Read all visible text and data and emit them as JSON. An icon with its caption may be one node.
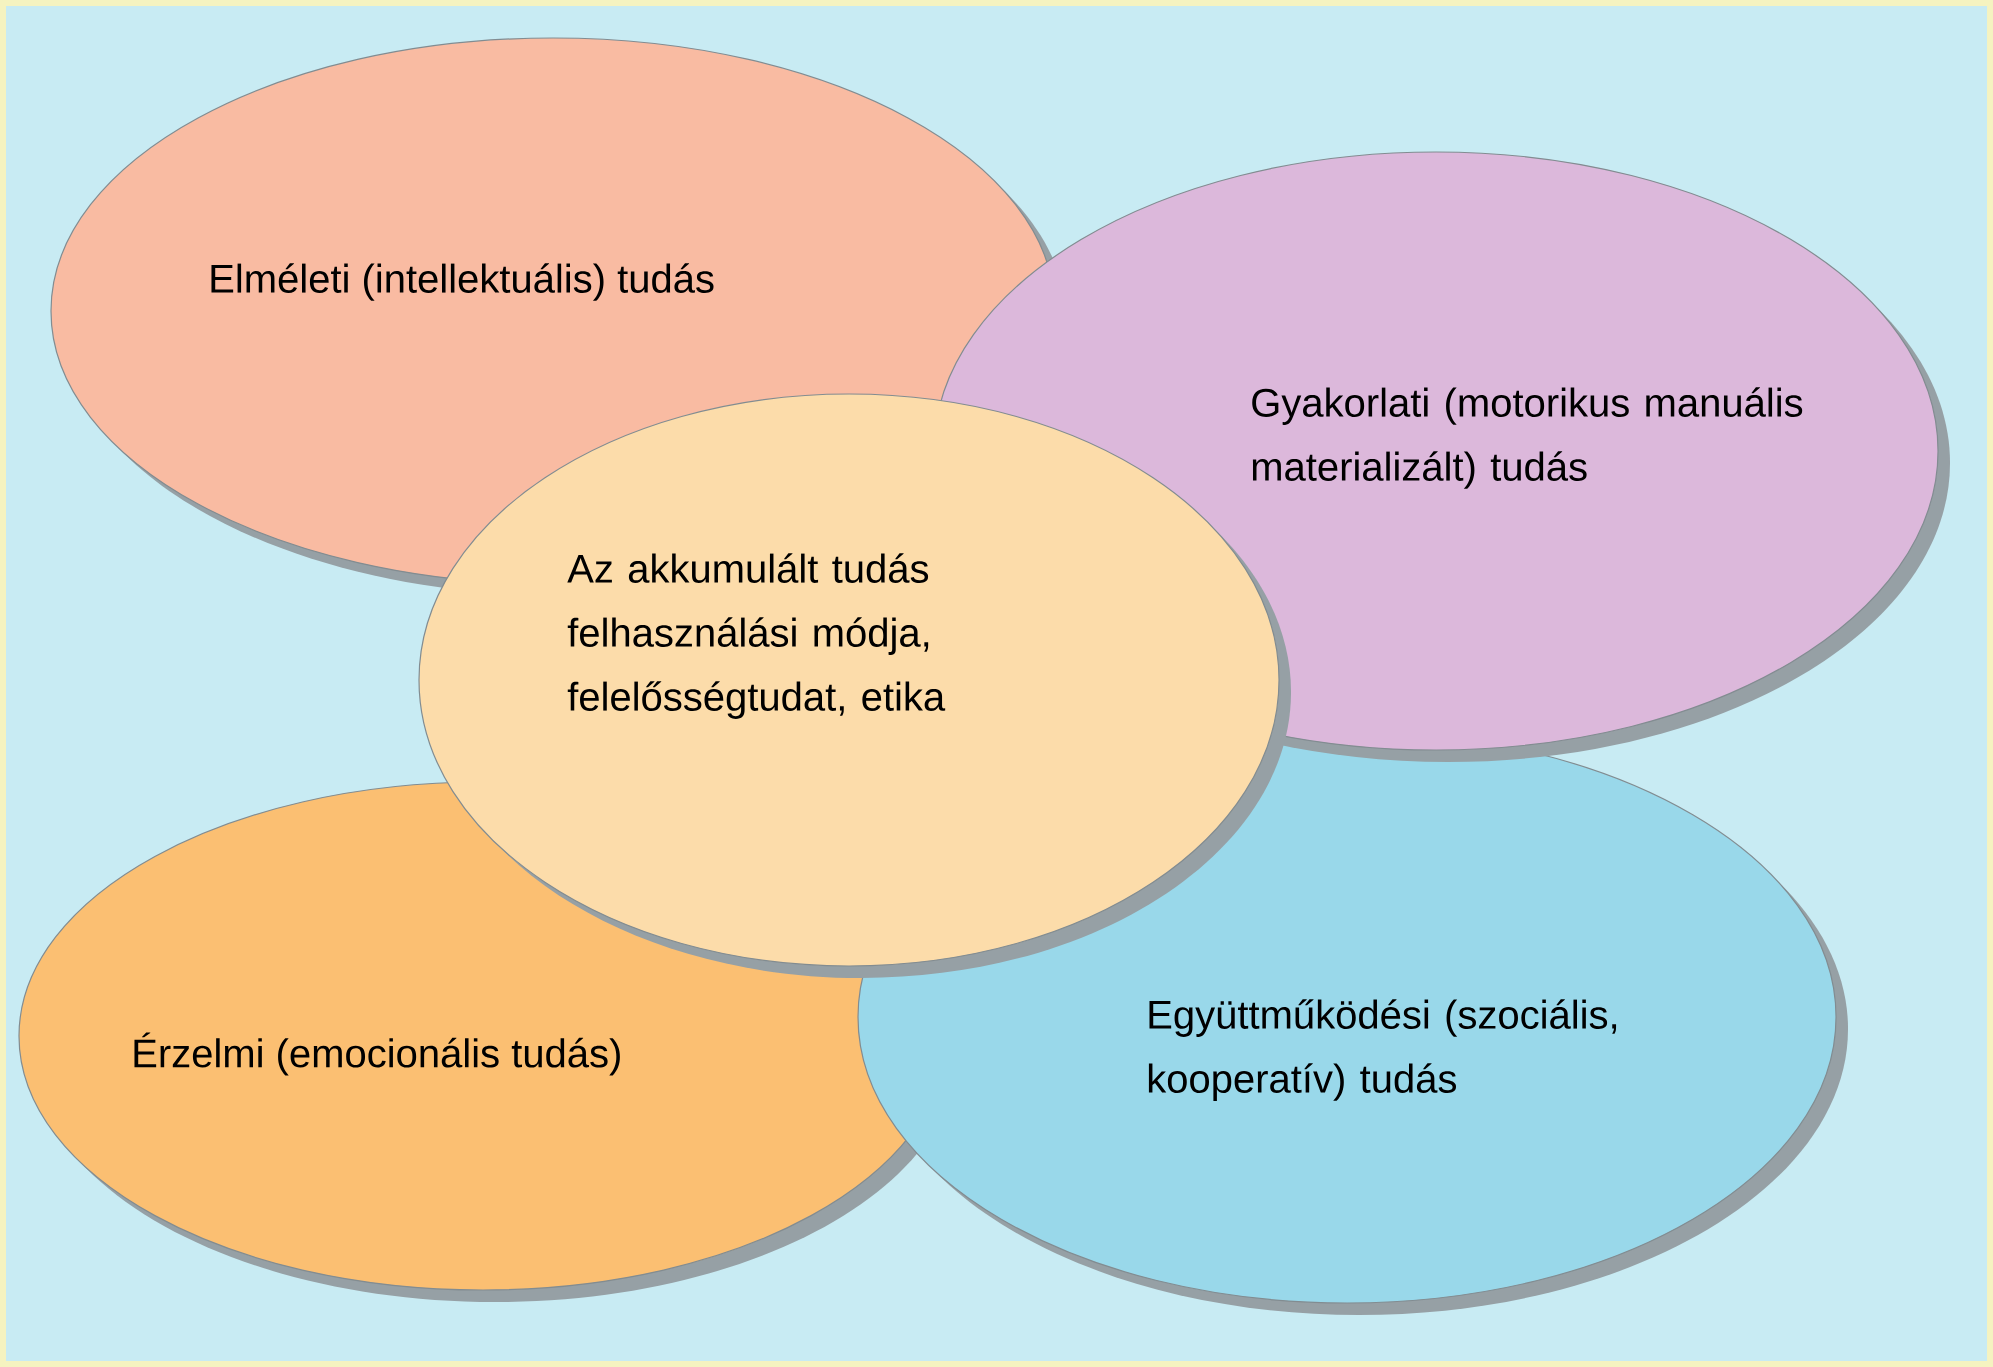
{
  "diagram": {
    "nodes": [
      {
        "text": [
          "Elméleti (intellektuális) tudás"
        ]
      },
      {
        "text": [
          "Gyakorlati (motorikus manuális materializált) tudás"
        ]
      },
      {
        "text": [
          "Az akkumulált tudás felhasználási módja, felelősségtudat, etika"
        ]
      },
      {
        "text": [
          "Érzelmi (emocionális tudás)"
        ]
      },
      {
        "text": [
          "Együttműködési (szociális, kooperatív) tudás"
        ]
      }
    ]
  }
}
